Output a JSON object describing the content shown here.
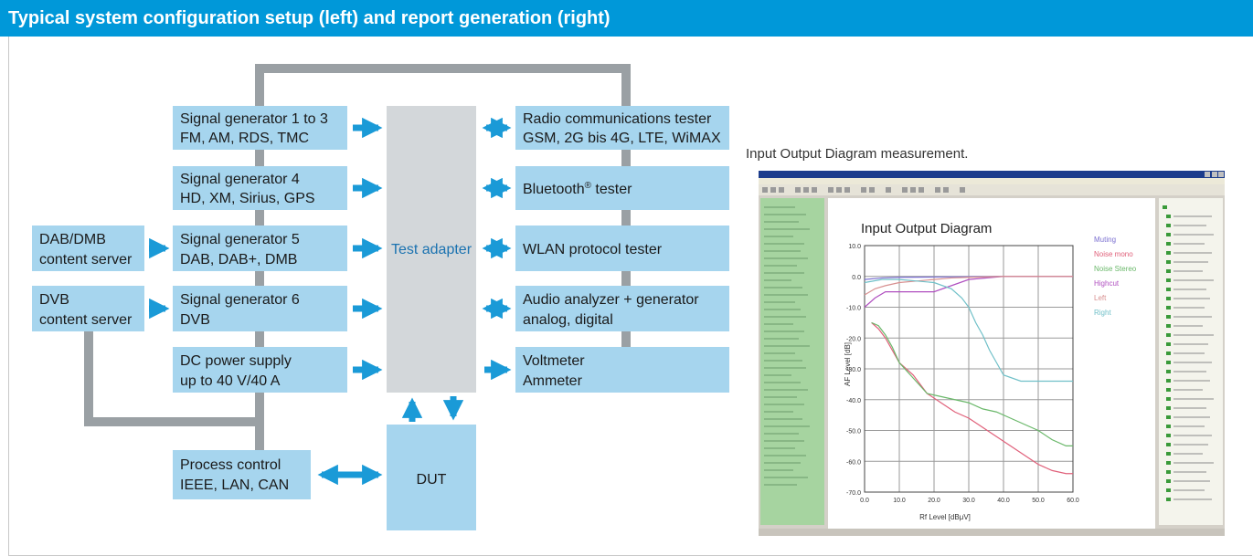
{
  "header": {
    "title": "Typical system configuration setup (left) and report generation (right)"
  },
  "diagram": {
    "left_boxes": [
      {
        "line1": "Signal generator 1 to 3",
        "line2": "FM, AM, RDS, TMC"
      },
      {
        "line1": "Signal generator 4",
        "line2": "HD, XM, Sirius, GPS"
      },
      {
        "line1": "Signal generator 5",
        "line2": "DAB, DAB+, DMB"
      },
      {
        "line1": "Signal generator 6",
        "line2": "DVB"
      },
      {
        "line1": "DC power supply",
        "line2": "up to 40 V/40 A"
      }
    ],
    "servers": [
      {
        "line1": "DAB/DMB",
        "line2": "content server"
      },
      {
        "line1": "DVB",
        "line2": "content server"
      }
    ],
    "test_adapter": "Test adapter",
    "right_boxes": [
      {
        "line1": "Radio communications tester",
        "line2": "GSM, 2G bis 4G, LTE, WiMAX"
      },
      {
        "line1": "Bluetooth",
        "sup": "®",
        "line1b": " tester",
        "line2": ""
      },
      {
        "line1": "WLAN protocol tester",
        "line2": ""
      },
      {
        "line1": "Audio analyzer + generator",
        "line2": "analog, digital"
      },
      {
        "line1": "Voltmeter",
        "line2": "Ammeter"
      }
    ],
    "process_control": {
      "line1": "Process control",
      "line2": "IEEE, LAN, CAN"
    },
    "dut": "DUT",
    "colors": {
      "box": "#a6d5ee",
      "adapter": "#d3d7da",
      "arrow": "#1a9ad7",
      "pipe": "#9aa0a4"
    }
  },
  "screenshot": {
    "caption": "Input Output Diagram measurement.",
    "chart_title": "Input Output Diagram",
    "xlabel": "Rf Level [dBμV]",
    "ylabel": "AF Level [dB]"
  },
  "chart_data": {
    "type": "line",
    "title": "Input Output Diagram",
    "xlabel": "Rf Level [dBμV]",
    "ylabel": "AF Level [dB]",
    "xlim": [
      0,
      60
    ],
    "ylim": [
      -70,
      10
    ],
    "xticks": [
      "0.0",
      "10.0",
      "20.0",
      "30.0",
      "40.0",
      "50.0",
      "60.0"
    ],
    "yticks": [
      "10.0",
      "0.0",
      "-10.0",
      "-20.0",
      "-30.0",
      "-40.0",
      "-50.0",
      "-60.0",
      "-70.0"
    ],
    "grid": true,
    "legend_position": "right",
    "series": [
      {
        "name": "Muting",
        "color": "#7a6fd0",
        "x": [
          0,
          5,
          10,
          20,
          30,
          40,
          50,
          60
        ],
        "y": [
          -1,
          -0.5,
          -0.3,
          -0.2,
          -0.1,
          0,
          0,
          0
        ]
      },
      {
        "name": "Noise mono",
        "color": "#e0607a",
        "x": [
          2,
          4,
          6,
          8,
          10,
          14,
          18,
          22,
          26,
          30,
          34,
          38,
          42,
          46,
          50,
          54,
          58,
          60
        ],
        "y": [
          -15,
          -17,
          -20,
          -24,
          -28,
          -32,
          -38,
          -41,
          -44,
          -46,
          -49,
          -52,
          -55,
          -58,
          -61,
          -63,
          -64,
          -64
        ]
      },
      {
        "name": "Noise Stereo",
        "color": "#6ab86a",
        "x": [
          2,
          4,
          6,
          8,
          10,
          14,
          18,
          22,
          26,
          30,
          34,
          38,
          42,
          46,
          50,
          54,
          58,
          60
        ],
        "y": [
          -15,
          -16,
          -19,
          -23,
          -28,
          -33,
          -38,
          -39,
          -40,
          -41,
          -43,
          -44,
          -46,
          -48,
          -50,
          -53,
          -55,
          -55
        ]
      },
      {
        "name": "Highcut",
        "color": "#b050c0",
        "x": [
          0,
          3,
          6,
          10,
          15,
          20,
          25,
          30,
          40,
          50,
          60
        ],
        "y": [
          -10,
          -7,
          -5,
          -5,
          -5,
          -5,
          -3,
          -1,
          0,
          0,
          0
        ]
      },
      {
        "name": "Left",
        "color": "#d89090",
        "x": [
          0,
          3,
          6,
          10,
          15,
          20,
          25,
          30,
          40,
          50,
          60
        ],
        "y": [
          -6,
          -4,
          -3,
          -2,
          -1.5,
          -1,
          -0.5,
          -0.3,
          0,
          0,
          0
        ]
      },
      {
        "name": "Right",
        "color": "#70c0c8",
        "x": [
          0,
          5,
          10,
          15,
          20,
          25,
          28,
          30,
          32,
          34,
          36,
          38,
          40,
          45,
          50,
          55,
          60
        ],
        "y": [
          -2,
          -1,
          -1,
          -1.5,
          -2,
          -4,
          -7,
          -10,
          -15,
          -19,
          -24,
          -28,
          -32,
          -34,
          -34,
          -34,
          -34
        ]
      }
    ]
  }
}
